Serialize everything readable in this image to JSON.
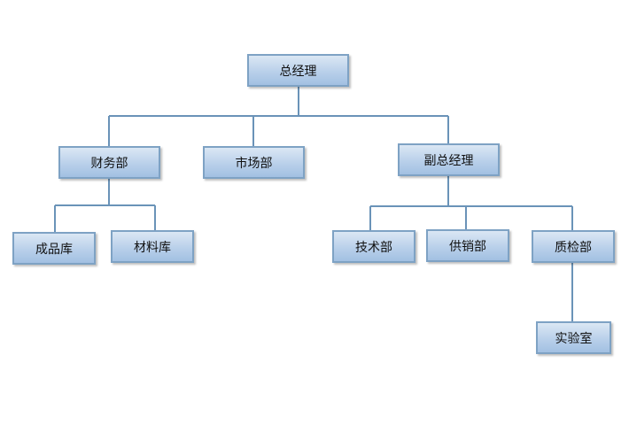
{
  "diagram": {
    "nodes": {
      "general_manager": "总经理",
      "finance": "财务部",
      "marketing": "市场部",
      "deputy_gm": "副总经理",
      "finished_goods": "成品库",
      "materials": "材料库",
      "technology": "技术部",
      "supply_sales": "供销部",
      "quality": "质检部",
      "laboratory": "实验室"
    },
    "edges": [
      [
        "general_manager",
        "finance"
      ],
      [
        "general_manager",
        "marketing"
      ],
      [
        "general_manager",
        "deputy_gm"
      ],
      [
        "finance",
        "finished_goods"
      ],
      [
        "finance",
        "materials"
      ],
      [
        "deputy_gm",
        "technology"
      ],
      [
        "deputy_gm",
        "supply_sales"
      ],
      [
        "deputy_gm",
        "quality"
      ],
      [
        "quality",
        "laboratory"
      ]
    ],
    "colors": {
      "box_border": "#7ea2c4",
      "box_fill_top": "#dbe7f4",
      "box_fill_bottom": "#a2c0e2",
      "connector": "#6a93b8"
    }
  }
}
